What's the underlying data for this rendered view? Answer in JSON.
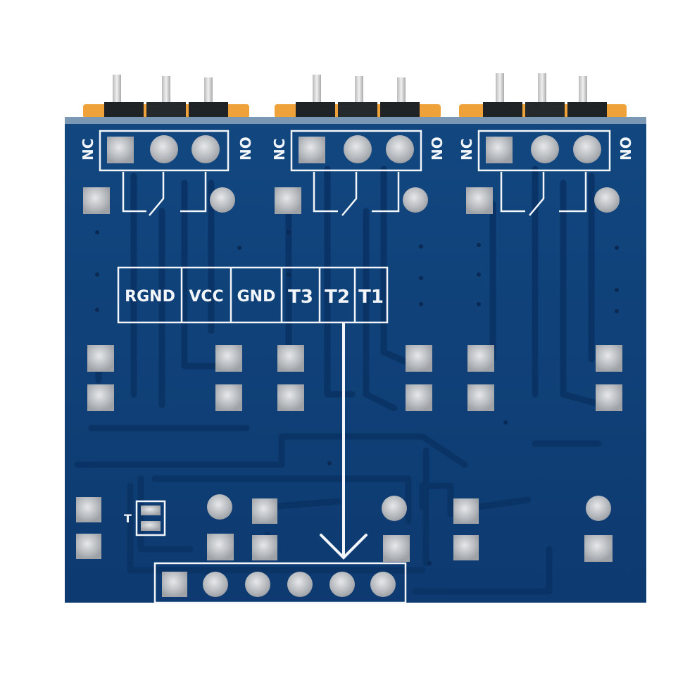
{
  "board": {
    "relay_labels": {
      "nc": "NC",
      "no": "NO"
    },
    "pinout": {
      "rgnd": "RGND",
      "vcc": "VCC",
      "gnd": "GND",
      "t3": "T3",
      "t2": "T2",
      "t1": "T1"
    },
    "jumper_label": "T"
  },
  "colors": {
    "pcb": "#0f3f78",
    "trace": "#0a3366",
    "silkscreen": "#f2f6fa",
    "pad": "#c9ccd0",
    "header_plastic": "#202326",
    "header_base": "#f0a23a",
    "pin": "#d8d8d8"
  }
}
